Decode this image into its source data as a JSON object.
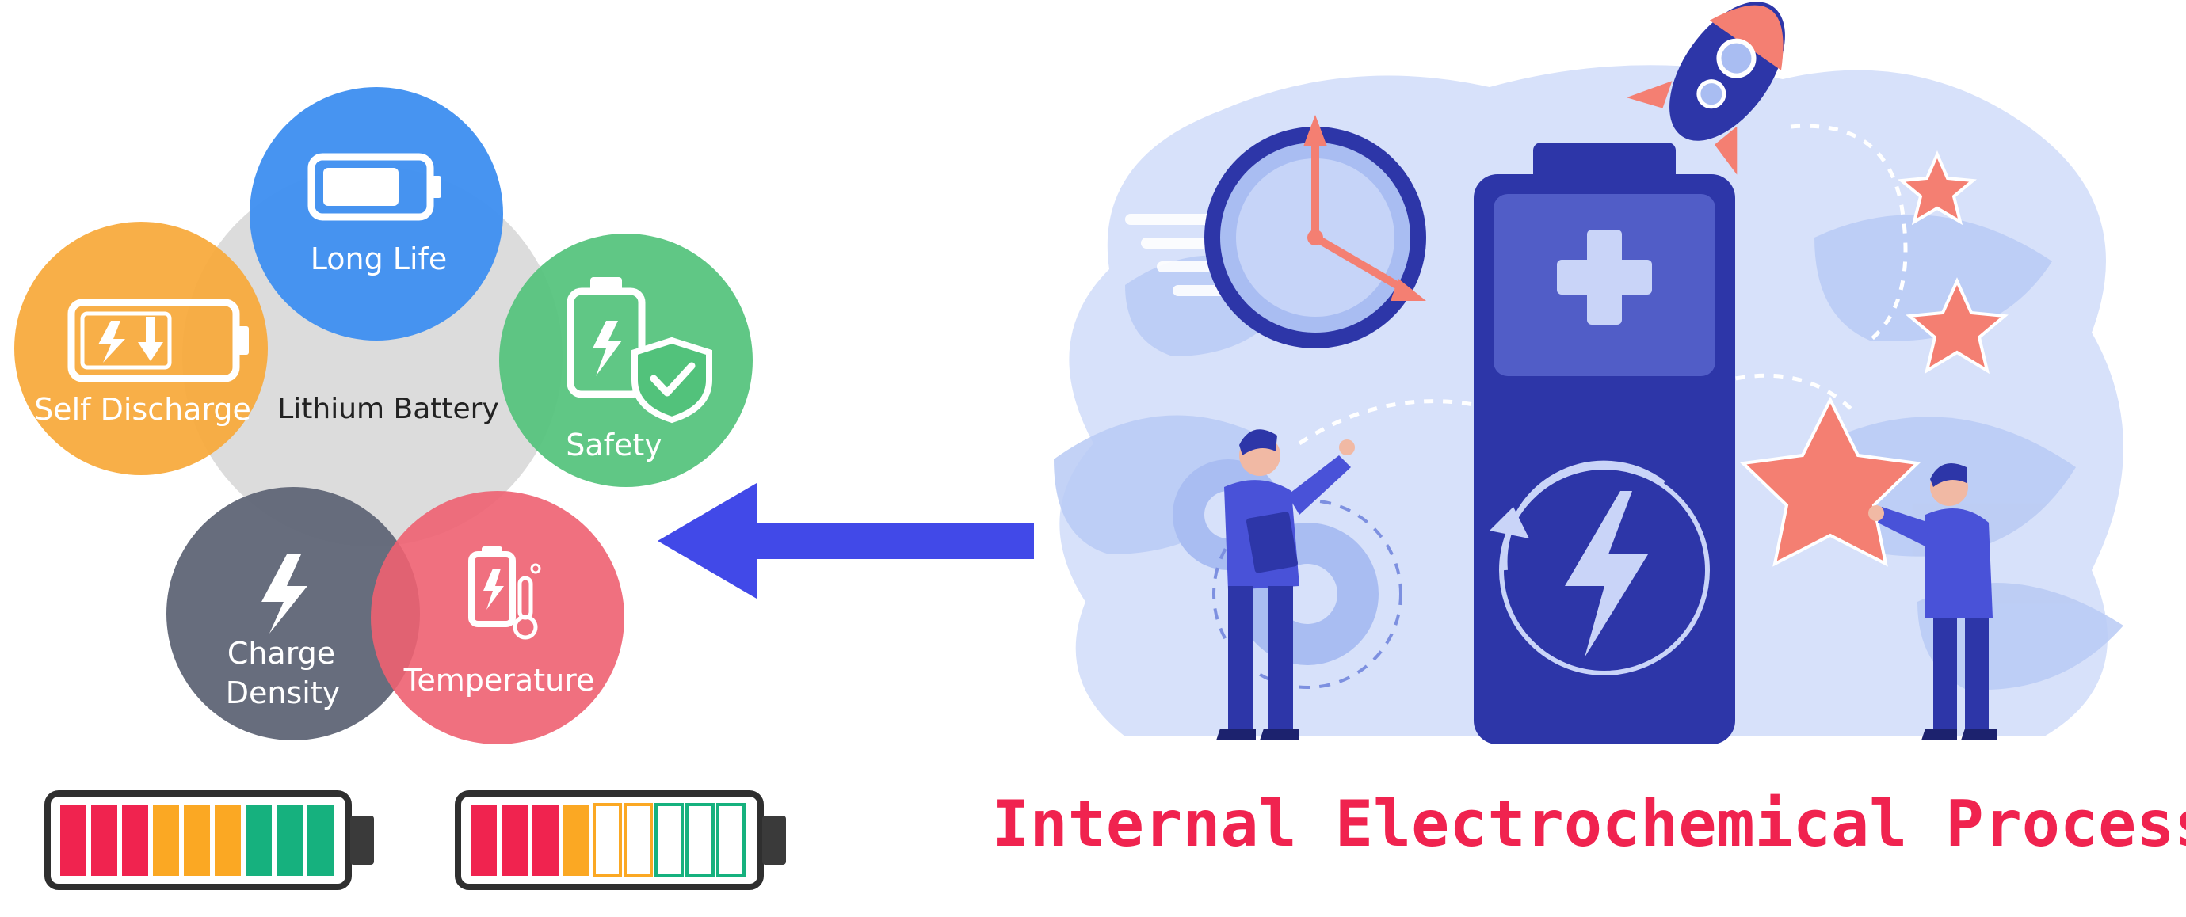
{
  "left_panel": {
    "center_label": "Lithium Battery",
    "features": [
      {
        "key": "long-life",
        "label": "Long Life",
        "color": "#3d8ef0",
        "icon": "battery-icon"
      },
      {
        "key": "safety",
        "label": "Safety",
        "color": "#52c27b",
        "icon": "battery-shield-icon"
      },
      {
        "key": "self-discharge",
        "label": "Self Discharge",
        "color": "#f7a93a",
        "icon": "battery-discharge-icon"
      },
      {
        "key": "charge-density",
        "label_line1": "Charge",
        "label_line2": "Density",
        "color": "#5f6576",
        "icon": "lightning-icon"
      },
      {
        "key": "temperature",
        "label": "Temperature",
        "color": "#ee6071",
        "icon": "battery-thermometer-icon"
      }
    ],
    "center_circle_color": "#dcdcdc"
  },
  "battery_gauges": [
    {
      "segments": [
        "red",
        "red",
        "red",
        "orange",
        "orange",
        "orange",
        "green",
        "green",
        "green"
      ],
      "filled": 9,
      "total": 9
    },
    {
      "segments": [
        "red",
        "red",
        "red",
        "orange",
        "orange-empty",
        "orange-empty",
        "green-empty",
        "green-empty",
        "green-empty"
      ],
      "filled": 4,
      "total": 9
    }
  ],
  "gauge_colors": {
    "red": "#f0234f",
    "orange": "#fba823",
    "green": "#16b17e",
    "frame": "#2f2f2f",
    "terminal": "#3a3a3a"
  },
  "arrow": {
    "color": "#4149e8",
    "direction": "left"
  },
  "illustration": {
    "battery_plus_icon": "plus-icon",
    "battery_bolt_icon": "lightning-icon",
    "clock_icon": "clock-icon",
    "rocket_icon": "rocket-icon",
    "colors": {
      "navy": "#2d36a8",
      "blob": "#d7e1fa",
      "accent": "#f47f72",
      "light": "#a9bdf2"
    }
  },
  "caption": {
    "text": "Internal Electrochemical Process",
    "color": "#f0234f"
  }
}
